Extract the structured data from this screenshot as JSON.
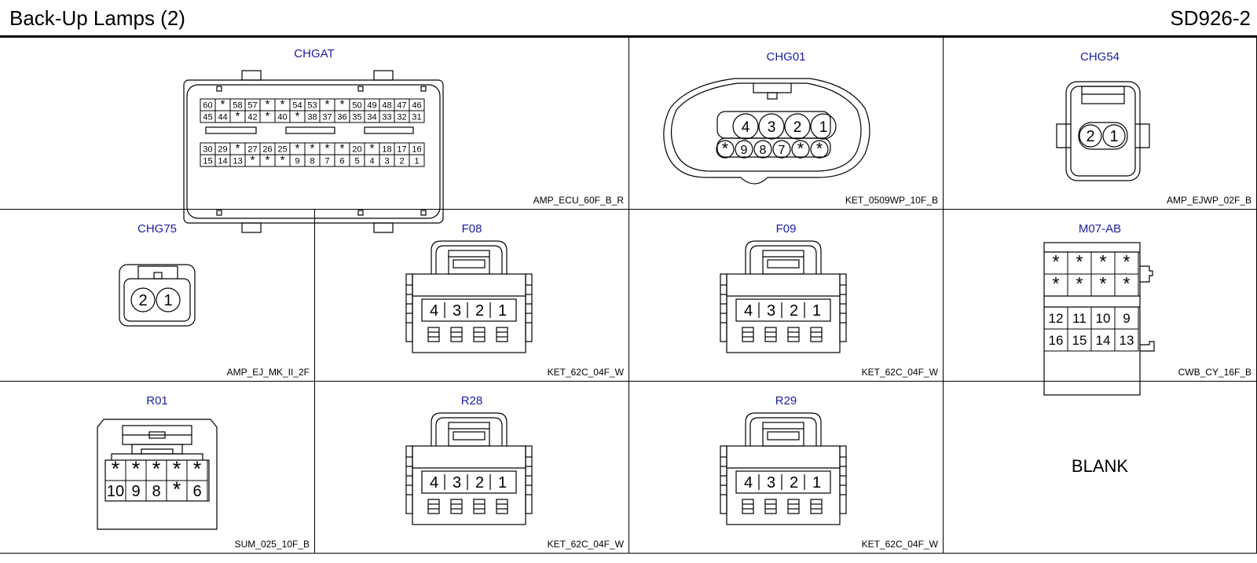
{
  "header": {
    "title": "Back-Up Lamps (2)",
    "code": "SD926-2"
  },
  "connectors": {
    "chgat": {
      "name": "CHGAT",
      "type": "AMP_ECU_60F_B_R",
      "rows": [
        [
          "60",
          "*",
          "58",
          "57",
          "*",
          "*",
          "54",
          "53",
          "*",
          "*",
          "50",
          "49",
          "48",
          "47",
          "46"
        ],
        [
          "45",
          "44",
          "*",
          "42",
          "*",
          "40",
          "*",
          "38",
          "37",
          "36",
          "35",
          "34",
          "33",
          "32",
          "31"
        ],
        [
          "30",
          "29",
          "*",
          "27",
          "26",
          "25",
          "*",
          "*",
          "*",
          "*",
          "20",
          "*",
          "18",
          "17",
          "16"
        ],
        [
          "15",
          "14",
          "13",
          "*",
          "*",
          "*",
          "9",
          "8",
          "7",
          "6",
          "5",
          "4",
          "3",
          "2",
          "1"
        ]
      ]
    },
    "chg01": {
      "name": "CHG01",
      "type": "KET_0509WP_10F_B",
      "top": [
        "4",
        "3",
        "2",
        "1"
      ],
      "bottom": [
        "*",
        "9",
        "8",
        "7",
        "*",
        "*"
      ]
    },
    "chg54": {
      "name": "CHG54",
      "type": "AMP_EJWP_02F_B",
      "pins": [
        "2",
        "1"
      ]
    },
    "chg75": {
      "name": "CHG75",
      "type": "AMP_EJ_MK_II_2F",
      "pins": [
        "2",
        "1"
      ]
    },
    "f08": {
      "name": "F08",
      "type": "KET_62C_04F_W",
      "pins": [
        "4",
        "3",
        "2",
        "1"
      ]
    },
    "f09": {
      "name": "F09",
      "type": "KET_62C_04F_W",
      "pins": [
        "4",
        "3",
        "2",
        "1"
      ]
    },
    "m07ab": {
      "name": "M07-AB",
      "type": "CWB_CY_16F_B",
      "rows": [
        [
          "*",
          "*",
          "*",
          "*"
        ],
        [
          "*",
          "*",
          "*",
          "*"
        ],
        [
          "12",
          "11",
          "10",
          "9"
        ],
        [
          "16",
          "15",
          "14",
          "13"
        ]
      ]
    },
    "r01": {
      "name": "R01",
      "type": "SUM_025_10F_B",
      "rows": [
        [
          "*",
          "*",
          "*",
          "*",
          "*"
        ],
        [
          "10",
          "9",
          "8",
          "*",
          "6"
        ]
      ]
    },
    "r28": {
      "name": "R28",
      "type": "KET_62C_04F_W",
      "pins": [
        "4",
        "3",
        "2",
        "1"
      ]
    },
    "r29": {
      "name": "R29",
      "type": "KET_62C_04F_W",
      "pins": [
        "4",
        "3",
        "2",
        "1"
      ]
    }
  },
  "blank": {
    "label": "BLANK"
  }
}
